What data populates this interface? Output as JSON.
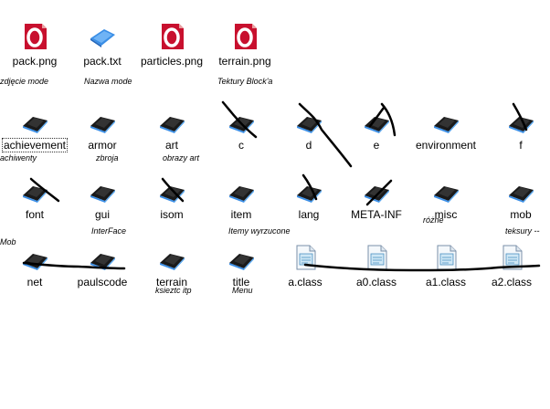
{
  "files": [
    {
      "label": "pack.png",
      "icon": "opera-icon"
    },
    {
      "label": "pack.txt",
      "icon": "text-file-icon"
    },
    {
      "label": "particles.png",
      "icon": "opera-icon"
    },
    {
      "label": "terrain.png",
      "icon": "opera-icon"
    }
  ],
  "folders_row1": [
    "achievement",
    "armor",
    "art",
    "c",
    "d",
    "e",
    "environment",
    "f"
  ],
  "folders_row2": [
    "font",
    "gui",
    "isom",
    "item",
    "lang",
    "META-INF",
    "misc",
    "mob"
  ],
  "row3": [
    {
      "label": "net",
      "icon": "folder-icon"
    },
    {
      "label": "paulscode",
      "icon": "folder-icon"
    },
    {
      "label": "terrain",
      "icon": "folder-icon"
    },
    {
      "label": "title",
      "icon": "folder-icon"
    },
    {
      "label": "a.class",
      "icon": "class-file-icon"
    },
    {
      "label": "a0.class",
      "icon": "class-file-icon"
    },
    {
      "label": "a1.class",
      "icon": "class-file-icon"
    },
    {
      "label": "a2.class",
      "icon": "class-file-icon"
    }
  ],
  "notes": {
    "n1": "zdjęcie mode",
    "n2": "Nazwa mode",
    "n3": "Tektury Block'a",
    "n4": "achiwenty",
    "n5": "zbroja",
    "n6": "obrazy art",
    "n7": "InterFace",
    "n8": "Itemy wyrzucone",
    "n9": "różne",
    "n10": "teksury --",
    "n11": "Mob",
    "n12": "ksieztc itp",
    "n13": "Menu"
  },
  "colors": {
    "opera_red": "#c8102e",
    "folder_blue": "#3a8ee6",
    "scribble": "#000000"
  }
}
